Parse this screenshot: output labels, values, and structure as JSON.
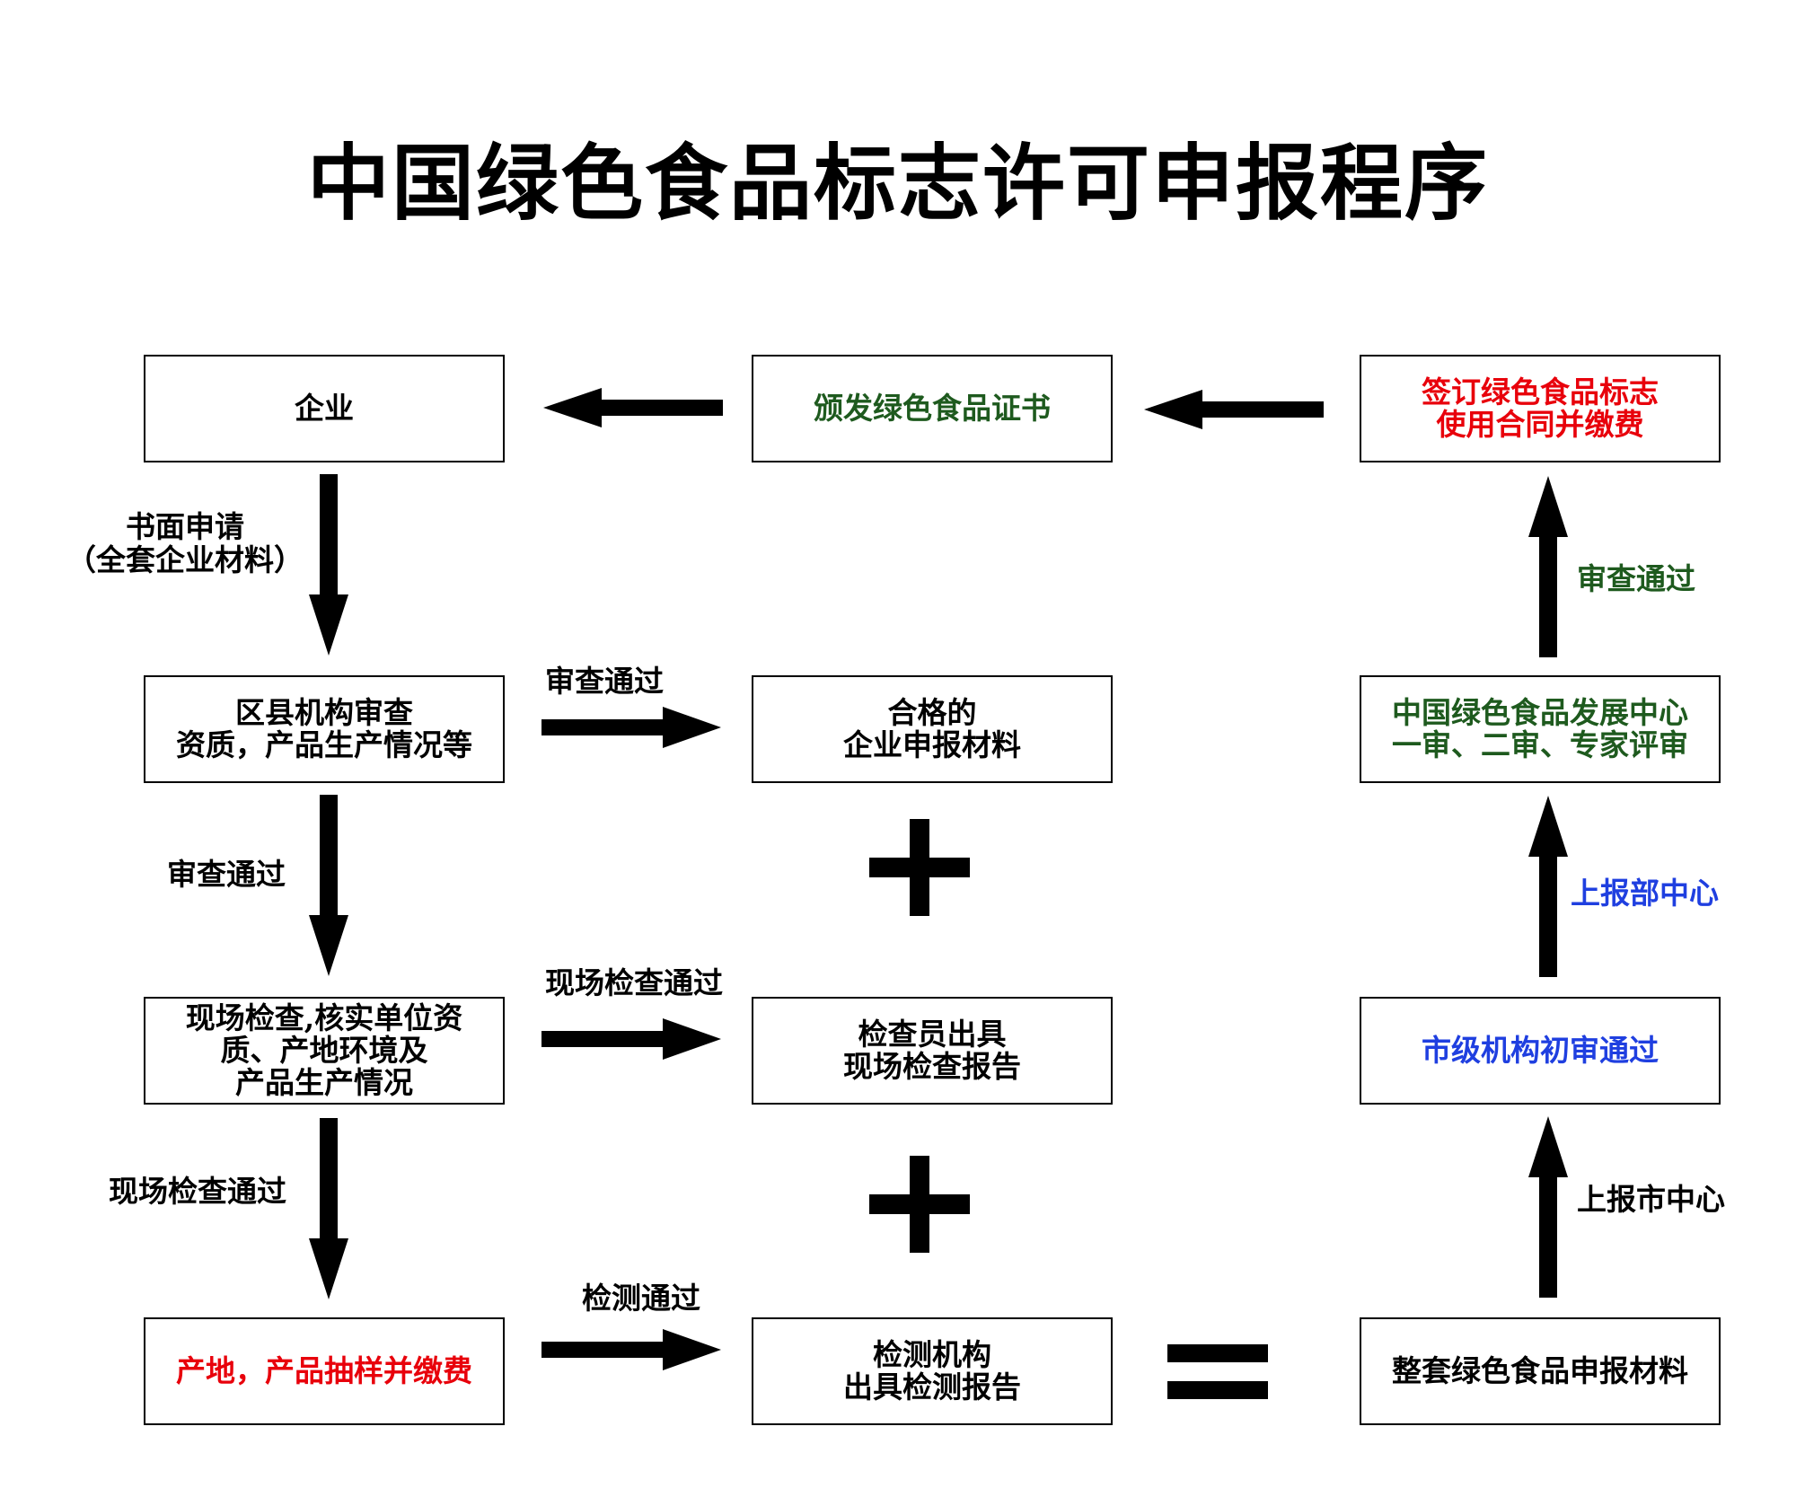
{
  "title": "中国绿色食品标志许可申报程序",
  "colors": {
    "black": "#000000",
    "green": "#1e5a1e",
    "red": "#e8000b",
    "blue": "#1f3fe0"
  },
  "nodes": {
    "enterprise": {
      "lines": [
        "企业"
      ],
      "color": "#000000"
    },
    "issue_certificate": {
      "lines": [
        "颁发绿色食品证书"
      ],
      "color": "#1e5a1e"
    },
    "sign_contract": {
      "lines": [
        "签订绿色食品标志",
        "使用合同并缴费"
      ],
      "color": "#e8000b"
    },
    "county_review": {
      "lines": [
        "区县机构审查",
        "资质，产品生产情况等"
      ],
      "color": "#000000"
    },
    "qualified_materials": {
      "lines": [
        "合格的",
        "企业申报材料"
      ],
      "color": "#000000"
    },
    "center_review": {
      "lines": [
        "中国绿色食品发展中心",
        "一审、二审、专家评审"
      ],
      "color": "#1e5a1e"
    },
    "site_inspection": {
      "lines": [
        "现场检查,核实单位资",
        "质、产地环境及",
        "产品生产情况"
      ],
      "color": "#000000"
    },
    "inspector_report": {
      "lines": [
        "检查员出具",
        "现场检查报告"
      ],
      "color": "#000000"
    },
    "city_review": {
      "lines": [
        "市级机构初审通过"
      ],
      "color": "#1f3fe0"
    },
    "sampling": {
      "lines": [
        "产地，产品抽样并缴费"
      ],
      "color": "#e8000b"
    },
    "testing_report": {
      "lines": [
        "检测机构",
        "出具检测报告"
      ],
      "color": "#000000"
    },
    "full_materials": {
      "lines": [
        "整套绿色食品申报材料"
      ],
      "color": "#000000"
    }
  },
  "edge_labels": {
    "written_application": {
      "lines": [
        "书面申请",
        "（全套企业材料）"
      ],
      "color": "#000000"
    },
    "review_pass_right": {
      "lines": [
        "审查通过"
      ],
      "color": "#000000"
    },
    "review_pass_down": {
      "lines": [
        "审查通过"
      ],
      "color": "#000000"
    },
    "site_pass_right": {
      "lines": [
        "现场检查通过"
      ],
      "color": "#000000"
    },
    "site_pass_down": {
      "lines": [
        "现场检查通过"
      ],
      "color": "#000000"
    },
    "test_pass_right": {
      "lines": [
        "检测通过"
      ],
      "color": "#000000"
    },
    "report_city_center": {
      "lines": [
        "上报市中心"
      ],
      "color": "#000000"
    },
    "report_ministry_center": {
      "lines": [
        "上报部中心"
      ],
      "color": "#1f3fe0"
    },
    "review_pass_up": {
      "lines": [
        "审查通过"
      ],
      "color": "#1e5a1e"
    }
  },
  "operators": {
    "plus": "+",
    "equals": "="
  }
}
